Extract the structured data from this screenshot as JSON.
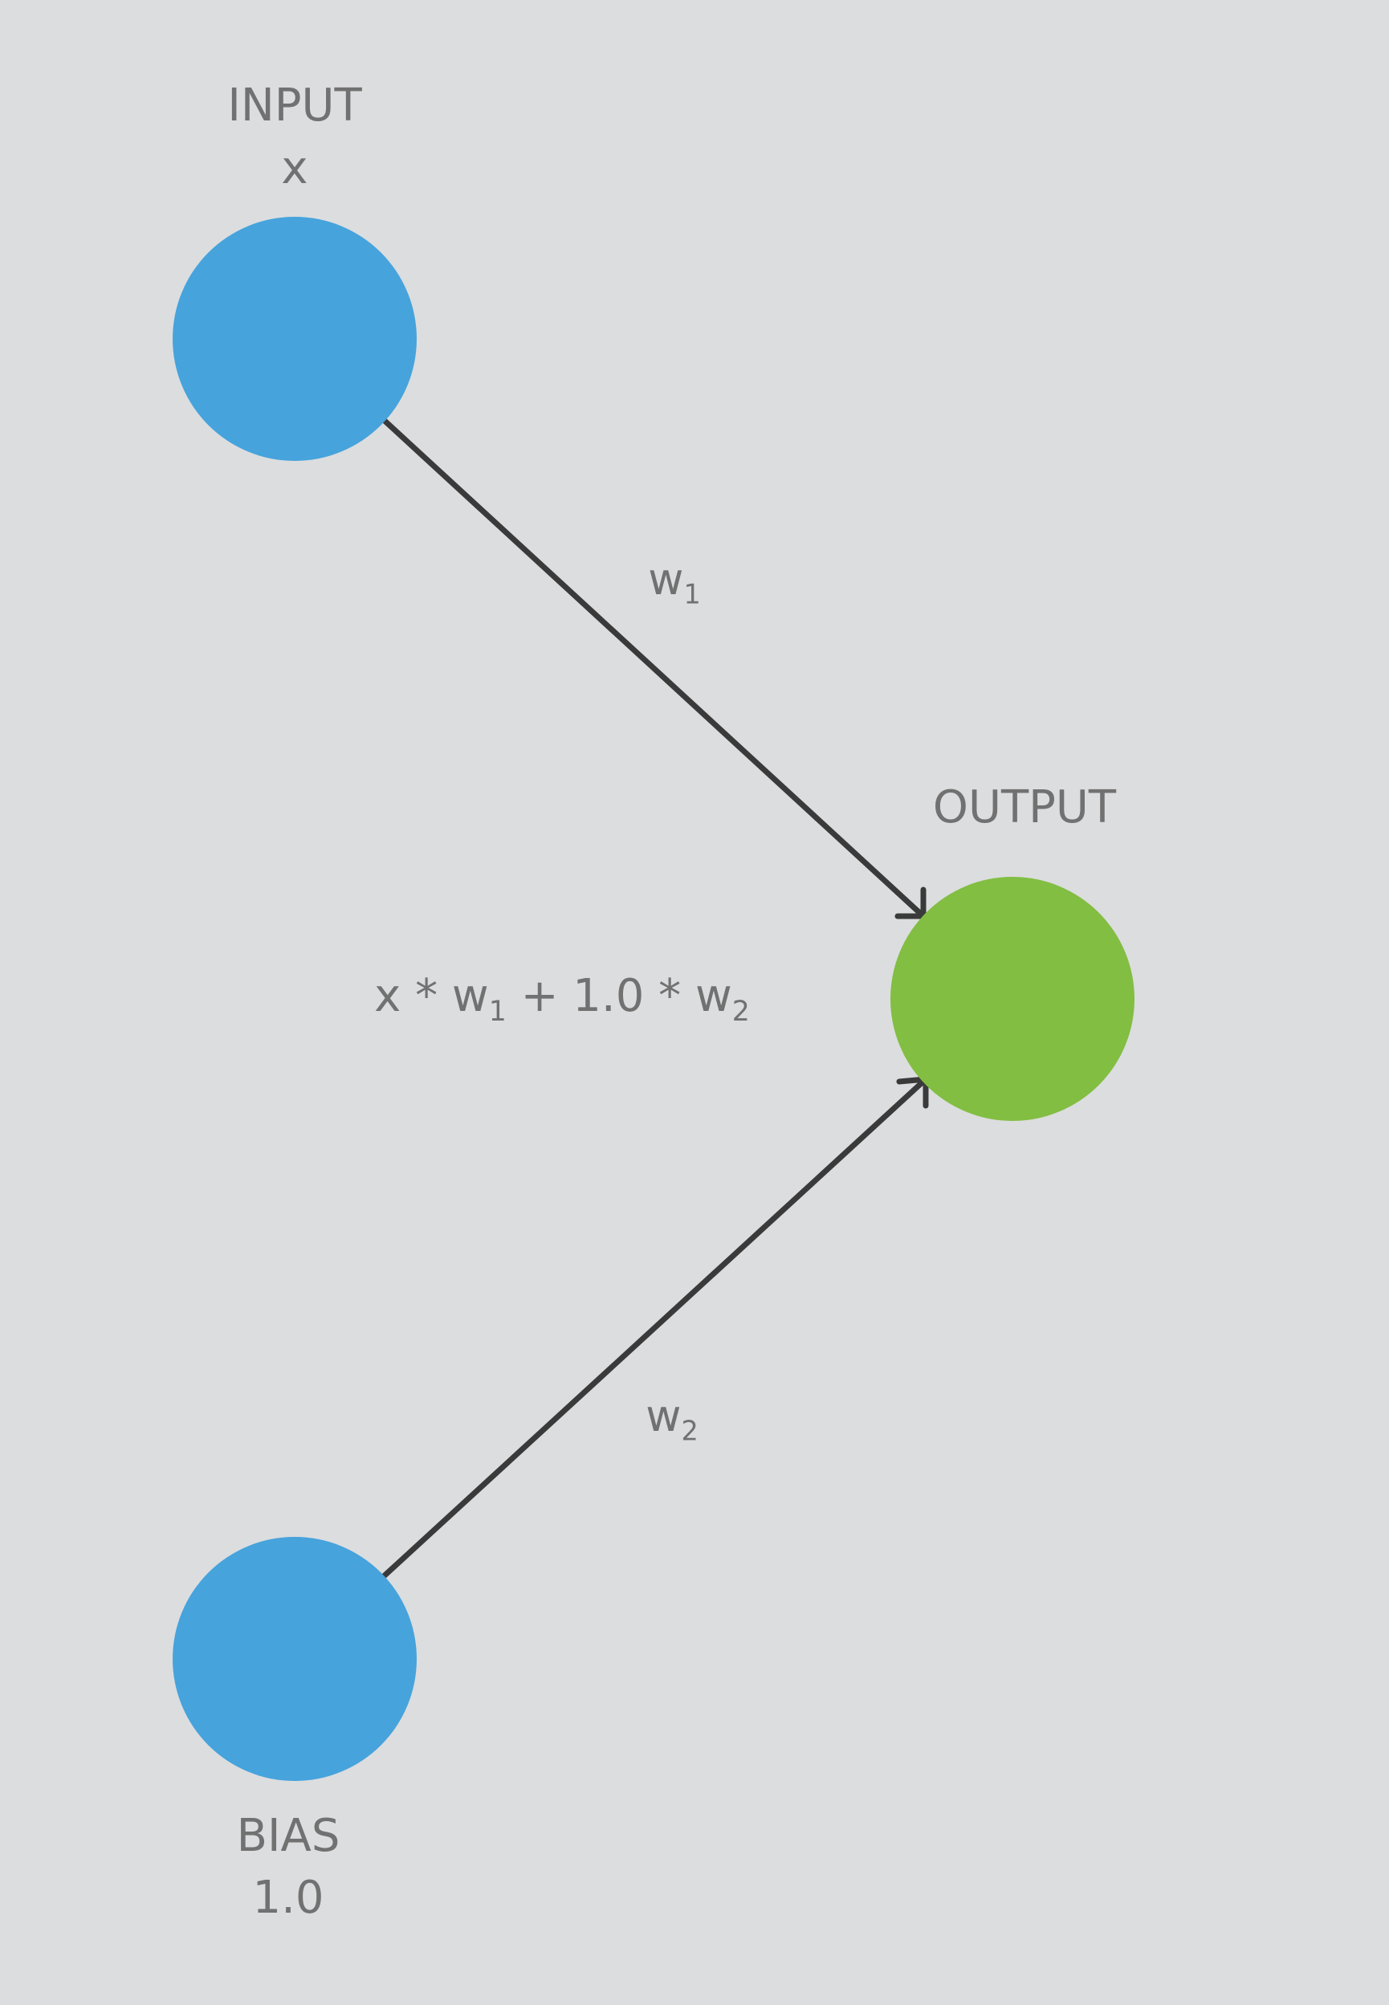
{
  "diagram": {
    "colors": {
      "background": "#dcdddf",
      "input_node": "#46a3dc",
      "output_node": "#82be42",
      "edge": "#3a3a3a",
      "text": "#717171"
    },
    "nodes": {
      "input": {
        "title": "INPUT",
        "value": "x"
      },
      "bias": {
        "title": "BIAS",
        "value": "1.0"
      },
      "output": {
        "title": "OUTPUT"
      }
    },
    "edges": {
      "w1": {
        "base": "w",
        "sub": "1"
      },
      "w2": {
        "base": "w",
        "sub": "2"
      }
    },
    "formula": {
      "part1": "x * w",
      "sub1": "1",
      "part2": " + 1.0 * w",
      "sub2": "2"
    }
  }
}
